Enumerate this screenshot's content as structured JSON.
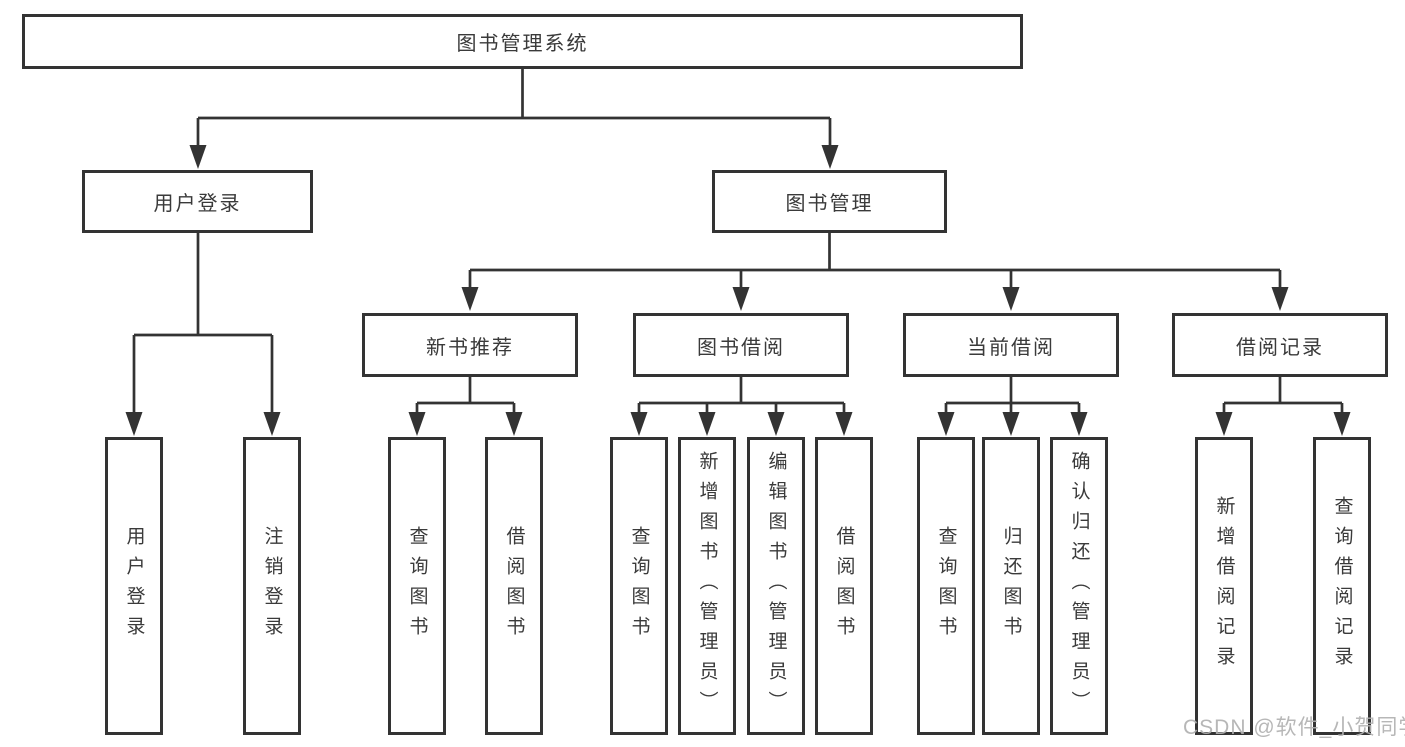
{
  "diagram": {
    "root": {
      "label": "图书管理系统"
    },
    "children": [
      {
        "label": "用户登录",
        "children": [
          {
            "label": "用户登录"
          },
          {
            "label": "注销登录"
          }
        ]
      },
      {
        "label": "图书管理",
        "children": [
          {
            "label": "新书推荐",
            "children": [
              {
                "label": "查询图书"
              },
              {
                "label": "借阅图书"
              }
            ]
          },
          {
            "label": "图书借阅",
            "children": [
              {
                "label": "查询图书"
              },
              {
                "label": "新增图书（管理员）"
              },
              {
                "label": "编辑图书（管理员）"
              },
              {
                "label": "借阅图书"
              }
            ]
          },
          {
            "label": "当前借阅",
            "children": [
              {
                "label": "查询图书"
              },
              {
                "label": "归还图书"
              },
              {
                "label": "确认归还（管理员）"
              }
            ]
          },
          {
            "label": "借阅记录",
            "children": [
              {
                "label": "新增借阅记录"
              },
              {
                "label": "查询借阅记录"
              }
            ]
          }
        ]
      }
    ]
  },
  "watermark": {
    "text": "CSDN @软件_小贺同学"
  },
  "colors": {
    "line": "#333333",
    "box_border": "#333333",
    "text": "#3a3a3a",
    "watermark": "#b1b1b1",
    "background": "#ffffff"
  }
}
